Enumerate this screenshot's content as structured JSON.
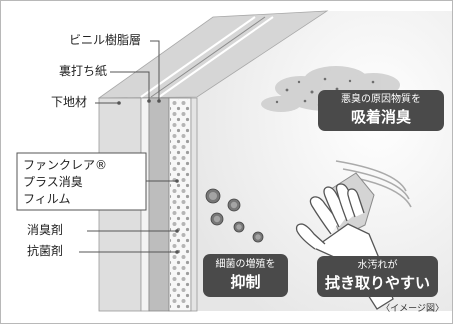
{
  "diagram": {
    "labels": {
      "vinyl": "ビニル樹脂層",
      "backing_paper": "裏打ち紙",
      "base": "下地材",
      "film_line1": "ファンクレア®",
      "film_line2": "プラス消臭",
      "film_line3": "フィルム",
      "deodorant": "消臭剤",
      "antibacterial": "抗菌剤"
    },
    "callouts": {
      "odor_line1": "悪臭の原因物質を",
      "odor_line2": "吸着消臭",
      "bacteria_line1": "細菌の増殖を",
      "bacteria_line2": "抑制",
      "dirt_line1": "水汚れが",
      "dirt_line2": "拭き取りやすい"
    },
    "caption": "〈イメージ図〉",
    "colors": {
      "callout_bg": "#4a4a4a",
      "base_layer": "#dedede",
      "board": "#efefef",
      "leader": "#555555"
    }
  }
}
